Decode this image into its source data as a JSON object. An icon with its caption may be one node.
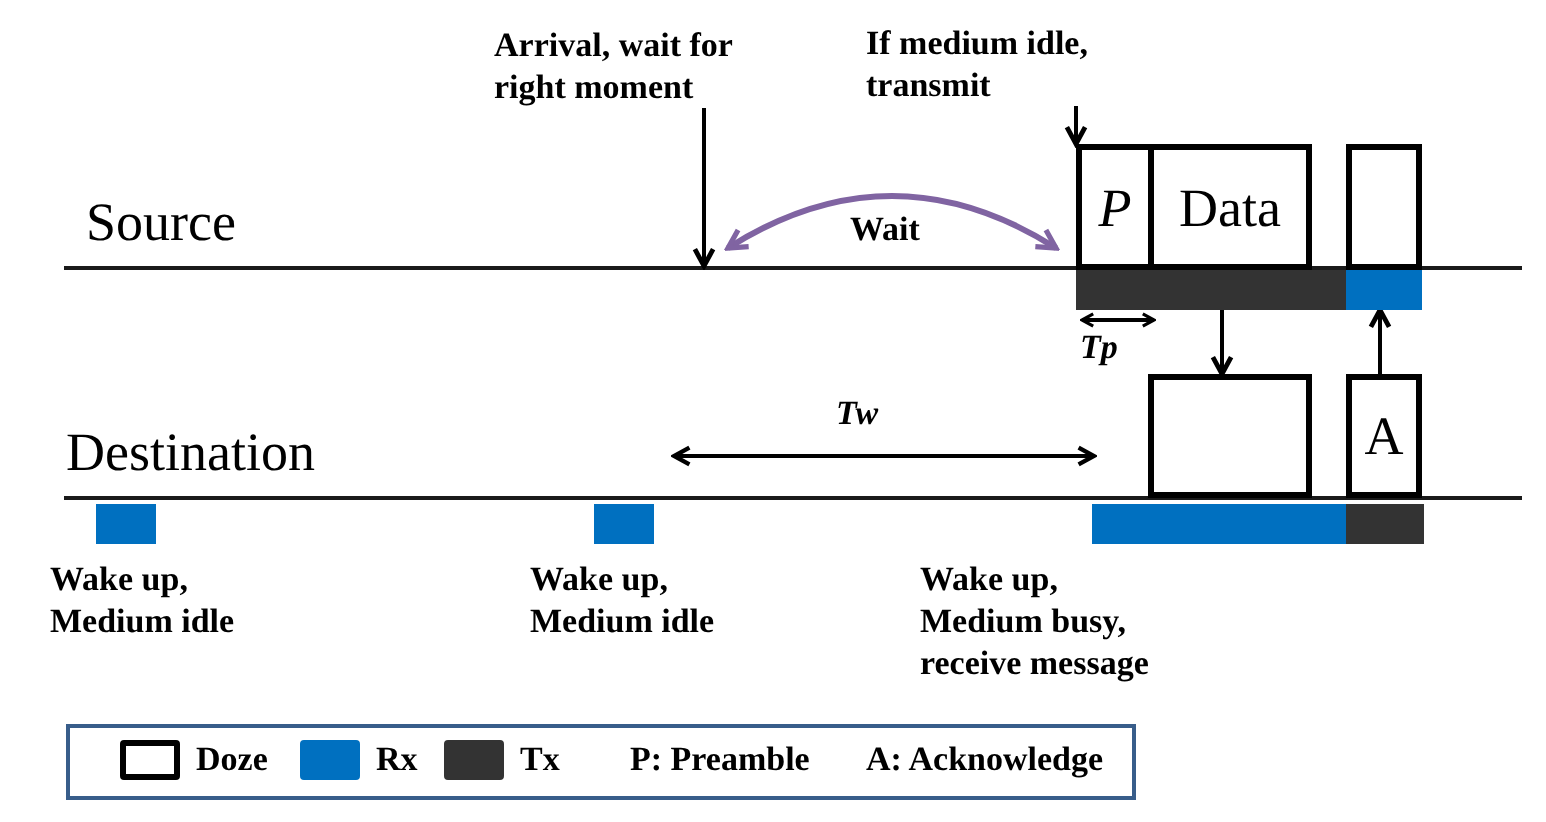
{
  "diagram": {
    "nodes": [
      {
        "text": [
          "Arrival, wait for right moment"
        ]
      },
      {
        "text": [
          "If medium idle, transmit"
        ]
      },
      {
        "text": [
          "P"
        ]
      },
      {
        "text": [
          "Data"
        ]
      },
      {
        "text": [],
        "shape": "box"
      },
      {
        "text": [],
        "shape": "bar"
      },
      {
        "text": [],
        "shape": "bar"
      },
      {
        "text": [],
        "shape": "box"
      },
      {
        "text": [
          "A"
        ]
      },
      {
        "text": [],
        "shape": "bar",
        "beside": [
          "Wake up, Medium idle"
        ]
      },
      {
        "text": [],
        "shape": "bar",
        "beside": [
          "Wake up, Medium idle"
        ]
      },
      {
        "text": [],
        "shape": "bar",
        "beside": [
          "Wake up, Medium busy, receive message"
        ]
      },
      {
        "text": [],
        "shape": "bar"
      }
    ],
    "edges": [
      {
        "from": 0,
        "to": null,
        "arrow": "to"
      },
      {
        "from": 1,
        "to": 2,
        "arrow": "to"
      },
      {
        "from": 5,
        "to": 7,
        "arrow": "to"
      },
      {
        "from": 8,
        "to": 6,
        "arrow": "to"
      }
    ],
    "labels": [
      "Source",
      "Wait",
      "Tp",
      "Tw",
      "Destination"
    ],
    "legend": [
      {
        "text": "Doze",
        "color": "#ffffff"
      },
      {
        "text": "Rx",
        "color": "#0070c0"
      },
      {
        "text": "Tx",
        "color": "#333333"
      },
      {
        "text": "P: Preamble"
      },
      {
        "text": "A: Acknowledge"
      }
    ]
  }
}
